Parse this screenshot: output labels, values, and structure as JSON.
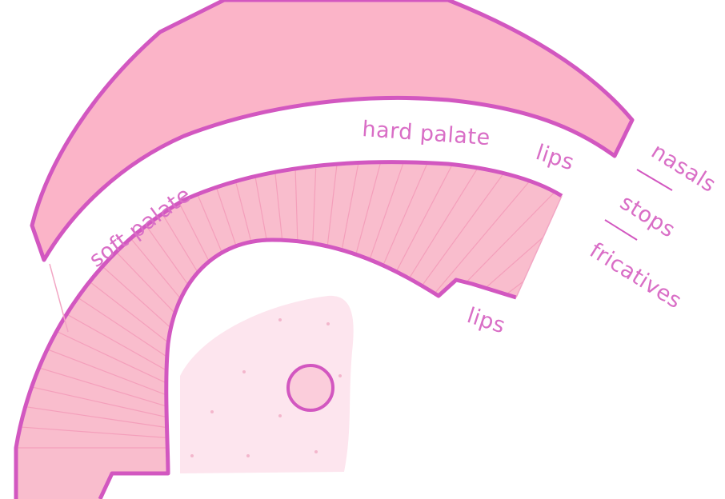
{
  "diagram": {
    "labels": {
      "soft_palate": "soft palate",
      "hard_palate": "hard palate",
      "lips_upper": "lips",
      "lips_lower": "lips",
      "nasals": "nasals",
      "stops": "stops",
      "fricatives": "fricatives"
    },
    "colors": {
      "outline": "#d257c0",
      "palate_fill": "#fbb4c8",
      "tongue_fill": "#f9bdcd",
      "tongue_stripe": "#f49fbb",
      "mouth_floor_fill": "#fde5ee",
      "label": "#d96ec6",
      "background": "#ffffff"
    }
  }
}
